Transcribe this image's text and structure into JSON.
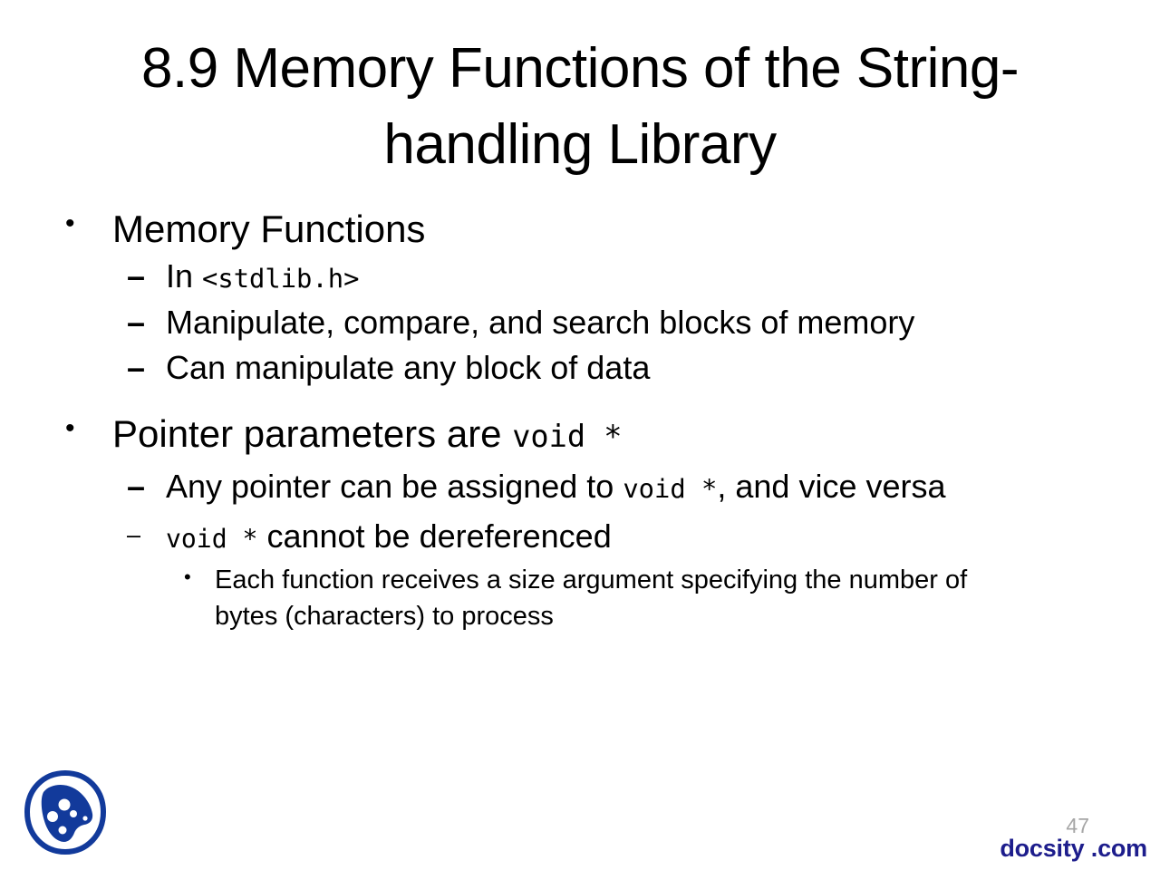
{
  "slide": {
    "title": "8.9 Memory Functions of the String-handling Library",
    "background_color": "#ffffff",
    "text_color": "#000000"
  },
  "outline": {
    "item1": {
      "bullet": "•",
      "text": "Memory Functions"
    },
    "item2": {
      "bullet": "–",
      "text_before": "In ",
      "code": "<stdlib.h>",
      "text_after": ""
    },
    "item3": {
      "bullet": "–",
      "text": "Manipulate, compare, and search blocks of memory"
    },
    "item4": {
      "bullet": "–",
      "text": "Can manipulate any block of data"
    },
    "item5": {
      "bullet": "•",
      "text_before": "Pointer parameters are ",
      "code": "void *",
      "text_after": ""
    },
    "item6": {
      "bullet": "–",
      "text_before": "Any pointer can be assigned to ",
      "code": "void *",
      "text_after": ", and vice versa"
    },
    "item7": {
      "bullet": "–",
      "code": "void *",
      "text_after": " cannot be dereferenced"
    },
    "item8": {
      "bullet": "•",
      "text": "Each function receives a size argument specifying the number of bytes (characters) to process"
    }
  },
  "footer": {
    "page_number": "47",
    "brand": "docsity .com",
    "brand_color": "#1d1d8c",
    "page_number_color": "#a6a6a6",
    "logo_name": "docsity-logo",
    "logo_color": "#123a9b"
  }
}
